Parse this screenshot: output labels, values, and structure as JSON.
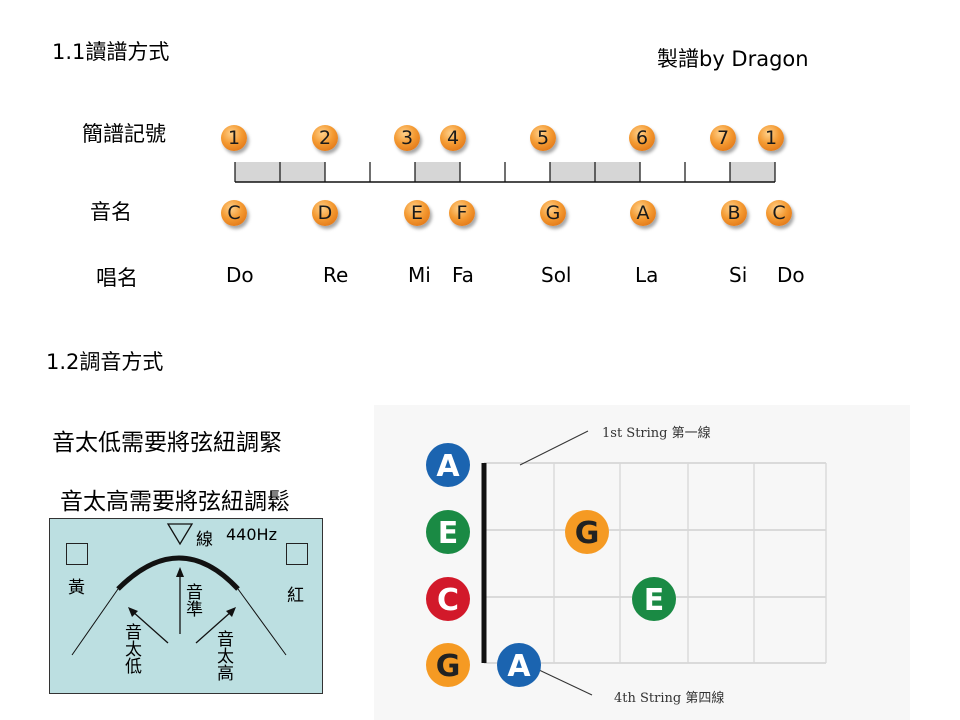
{
  "section1": {
    "title": "1.1讀譜方式",
    "author": "製譜by Dragon"
  },
  "labels": {
    "jianpu": "簡譜記號",
    "note_names": "音名",
    "solfege": "唱名"
  },
  "jianpu_notes": [
    "1",
    "2",
    "3",
    "4",
    "5",
    "6",
    "7",
    "1"
  ],
  "note_letters": [
    "C",
    "D",
    "E",
    "F",
    "G",
    "A",
    "B",
    "C"
  ],
  "solfege": [
    "Do",
    "Re",
    "Mi",
    "Fa",
    "Sol",
    "La",
    "Si",
    "Do"
  ],
  "section2": {
    "title": "1.2調音方式"
  },
  "instructions": {
    "low": "音太低需要將弦紐調緊",
    "high": "音太高需要將弦紐調鬆"
  },
  "tuner": {
    "line_label": "線",
    "frequency": "440Hz",
    "yellow": "黃",
    "red": "紅",
    "in_tune": "音準",
    "too_low": "音太低",
    "too_high": "音太高"
  },
  "fretboard": {
    "string1_label": "1st String 第一線",
    "string4_label": "4th String 第四線",
    "open_strings": [
      {
        "note": "A",
        "color": "#1b64b0"
      },
      {
        "note": "E",
        "color": "#1a8a44"
      },
      {
        "note": "C",
        "color": "#d2192a"
      },
      {
        "note": "G",
        "color": "#f59a23"
      }
    ],
    "fretted_notes": [
      {
        "note": "G",
        "color": "#f59a23",
        "string": 2,
        "fret": 2
      },
      {
        "note": "E",
        "color": "#1a8a44",
        "string": 3,
        "fret": 3
      },
      {
        "note": "A",
        "color": "#1b64b0",
        "string": 4,
        "fret": 1
      }
    ]
  }
}
